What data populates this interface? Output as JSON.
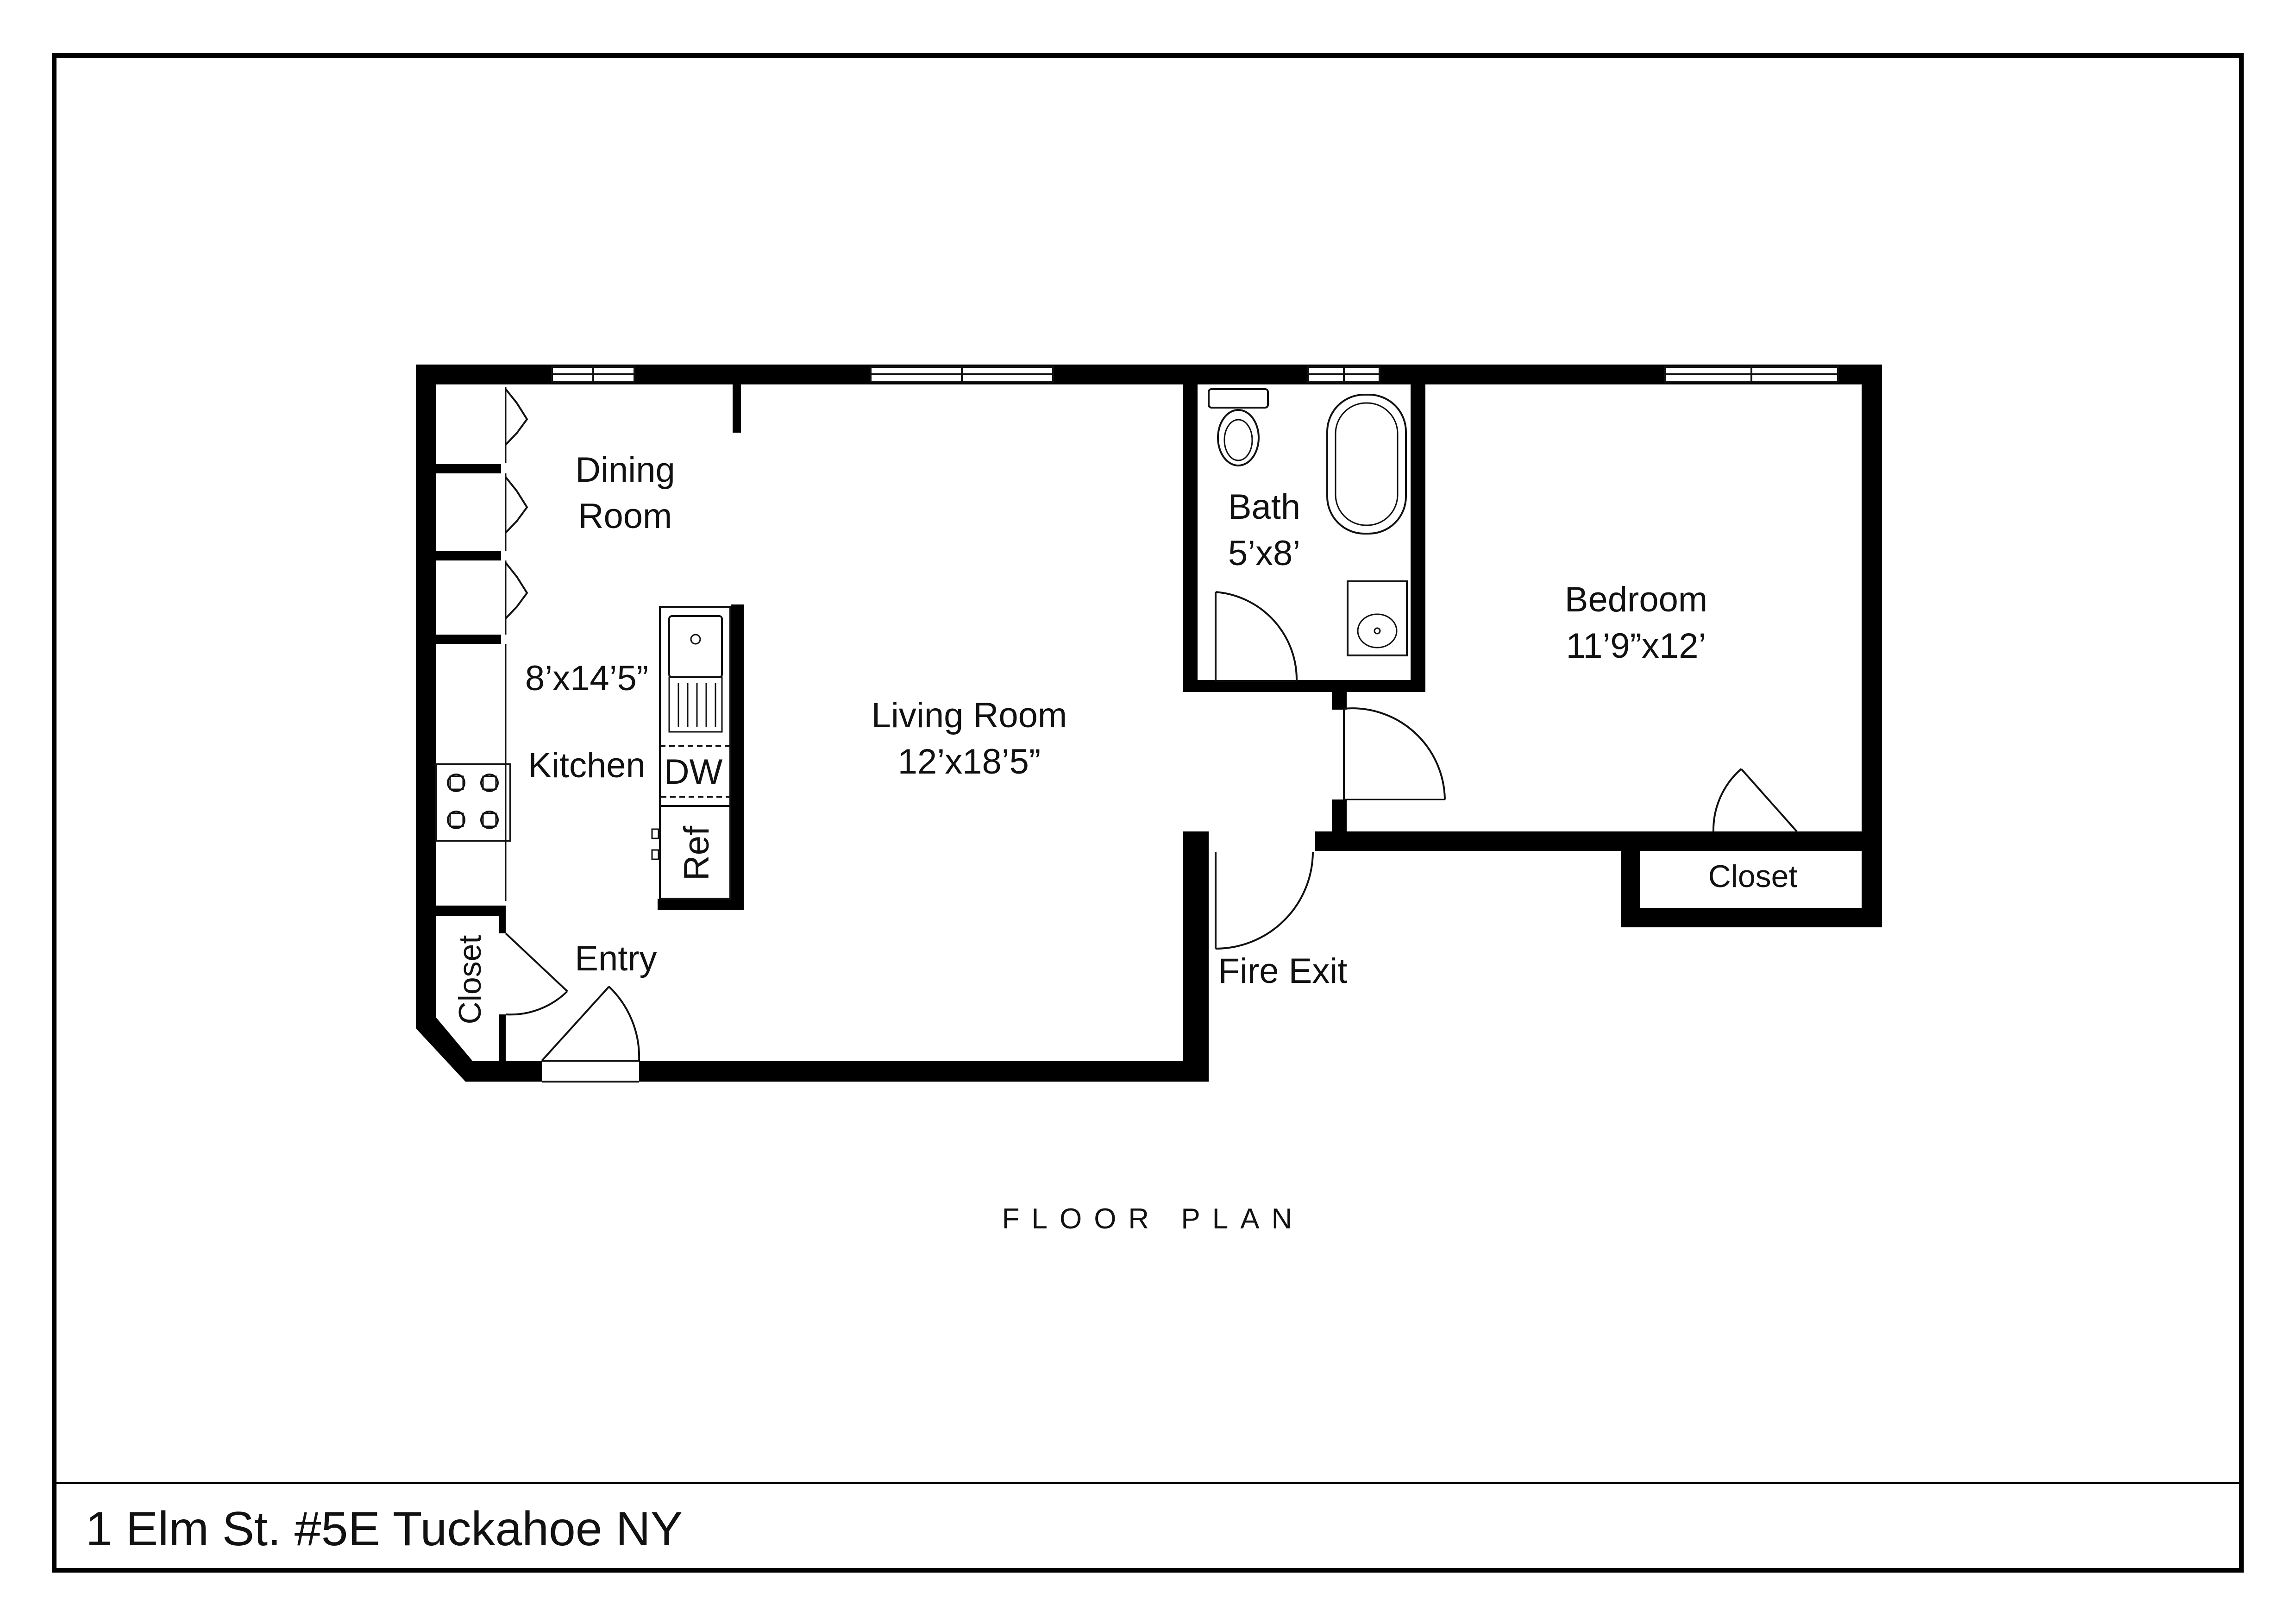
{
  "rooms": {
    "dining": {
      "name_line1": "Dining",
      "name_line2": "Room"
    },
    "kitchen": {
      "dimensions": "8’x14’5”",
      "name": "Kitchen"
    },
    "living": {
      "name": "Living Room",
      "dimensions": "12’x18’5”"
    },
    "bath": {
      "name": "Bath",
      "dimensions": "5’x8’"
    },
    "bedroom": {
      "name": "Bedroom",
      "dimensions": "11’9”x12’"
    },
    "bedroom_closet": {
      "name": "Closet"
    },
    "entry_closet": {
      "name": "Closet"
    },
    "entry": {
      "name": "Entry"
    },
    "fire_exit": {
      "name": "Fire Exit"
    }
  },
  "fixtures": {
    "dishwasher": "DW",
    "refrigerator": "Ref"
  },
  "caption": "FLOOR PLAN",
  "address": "1 Elm St. #5E Tuckahoe NY"
}
